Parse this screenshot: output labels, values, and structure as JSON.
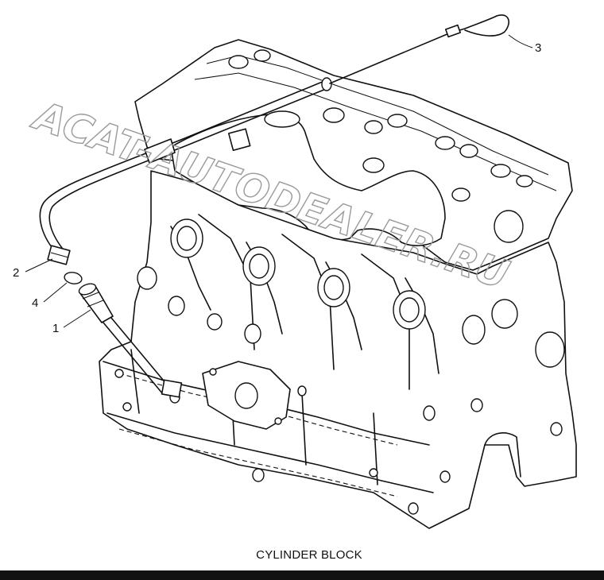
{
  "diagram": {
    "caption": "CYLINDER BLOCK",
    "callouts": [
      {
        "id": "1",
        "part": "dipstick-guide-fitting"
      },
      {
        "id": "2",
        "part": "dipstick-tube-nut"
      },
      {
        "id": "3",
        "part": "oil-dipstick"
      },
      {
        "id": "4",
        "part": "o-ring"
      }
    ],
    "watermark": "ACAT-AUTODEALER.RU"
  },
  "colors": {
    "line": "#111111",
    "background": "#ffffff",
    "watermark": "#9a9a9a",
    "bottom_bar": "#111111"
  }
}
